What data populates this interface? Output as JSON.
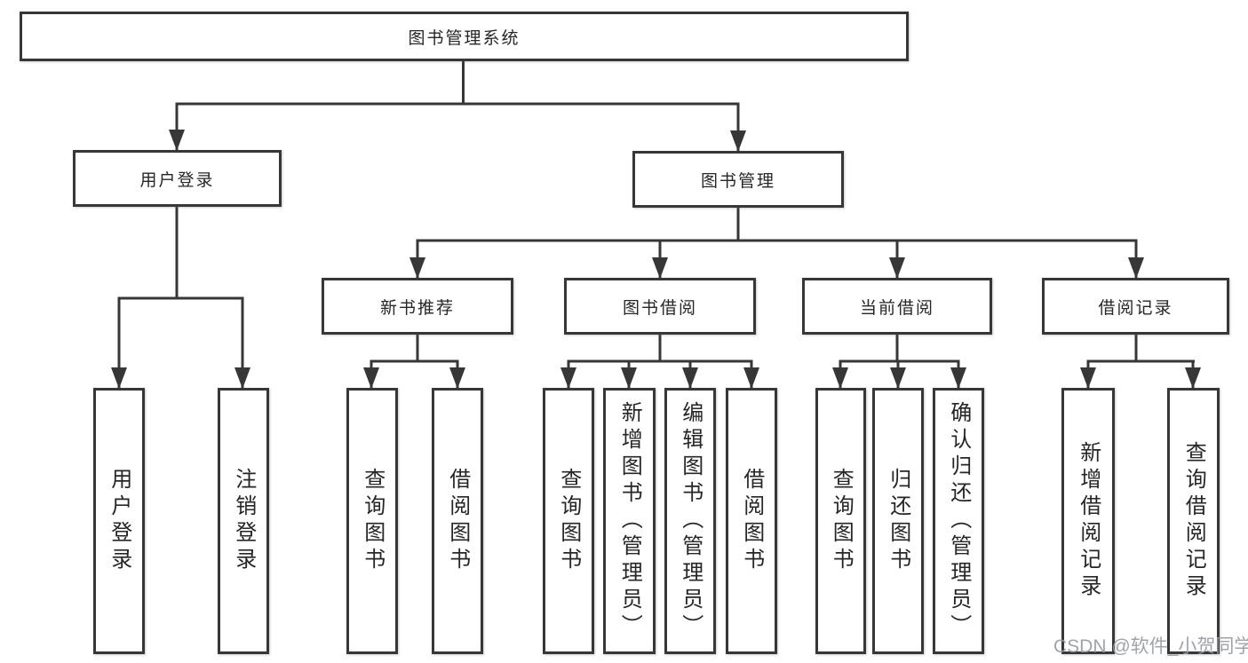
{
  "diagram": {
    "watermark": "CSDN @软件_小贺同学",
    "nodes": {
      "root": {
        "label": "图书管理系统"
      },
      "user_login": {
        "label": "用户登录"
      },
      "book_mgmt": {
        "label": "图书管理"
      },
      "new_books": {
        "label": "新书推荐"
      },
      "book_borrow": {
        "label": "图书借阅"
      },
      "current_borrow": {
        "label": "当前借阅"
      },
      "borrow_records": {
        "label": "借阅记录"
      },
      "login": {
        "label": "用户登录"
      },
      "logout": {
        "label": "注销登录"
      },
      "nb_query": {
        "label": "查询图书"
      },
      "nb_borrow": {
        "label": "借阅图书"
      },
      "bb_query": {
        "label": "查询图书"
      },
      "bb_add": {
        "label": "新增图书（管理员）"
      },
      "bb_edit": {
        "label": "编辑图书（管理员）"
      },
      "bb_borrow": {
        "label": "借阅图书"
      },
      "cb_query": {
        "label": "查询图书"
      },
      "cb_return": {
        "label": "归还图书"
      },
      "cb_confirm": {
        "label": "确认归还（管理员）"
      },
      "br_add": {
        "label": "新增借阅记录"
      },
      "br_query": {
        "label": "查询借阅记录"
      }
    }
  }
}
